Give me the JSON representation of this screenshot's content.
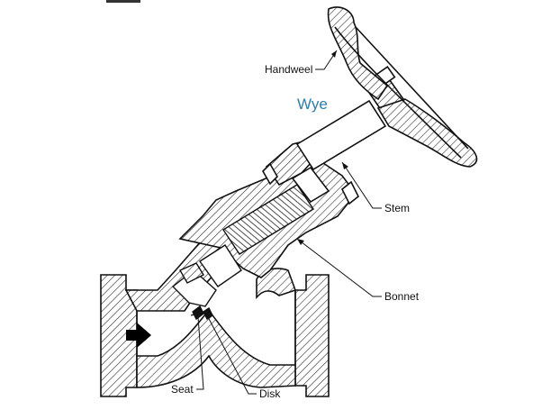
{
  "title": "Wye",
  "labels": {
    "handwheel": "Handweel",
    "stem": "Stem",
    "bonnet": "Bonnet",
    "seat": "Seat",
    "disk": "Disk"
  },
  "colors": {
    "title": "#2f7fa6",
    "line": "#111111",
    "hatch": "#222222",
    "background": "#ffffff"
  },
  "icons": {
    "flow": "flow-arrow-icon"
  }
}
